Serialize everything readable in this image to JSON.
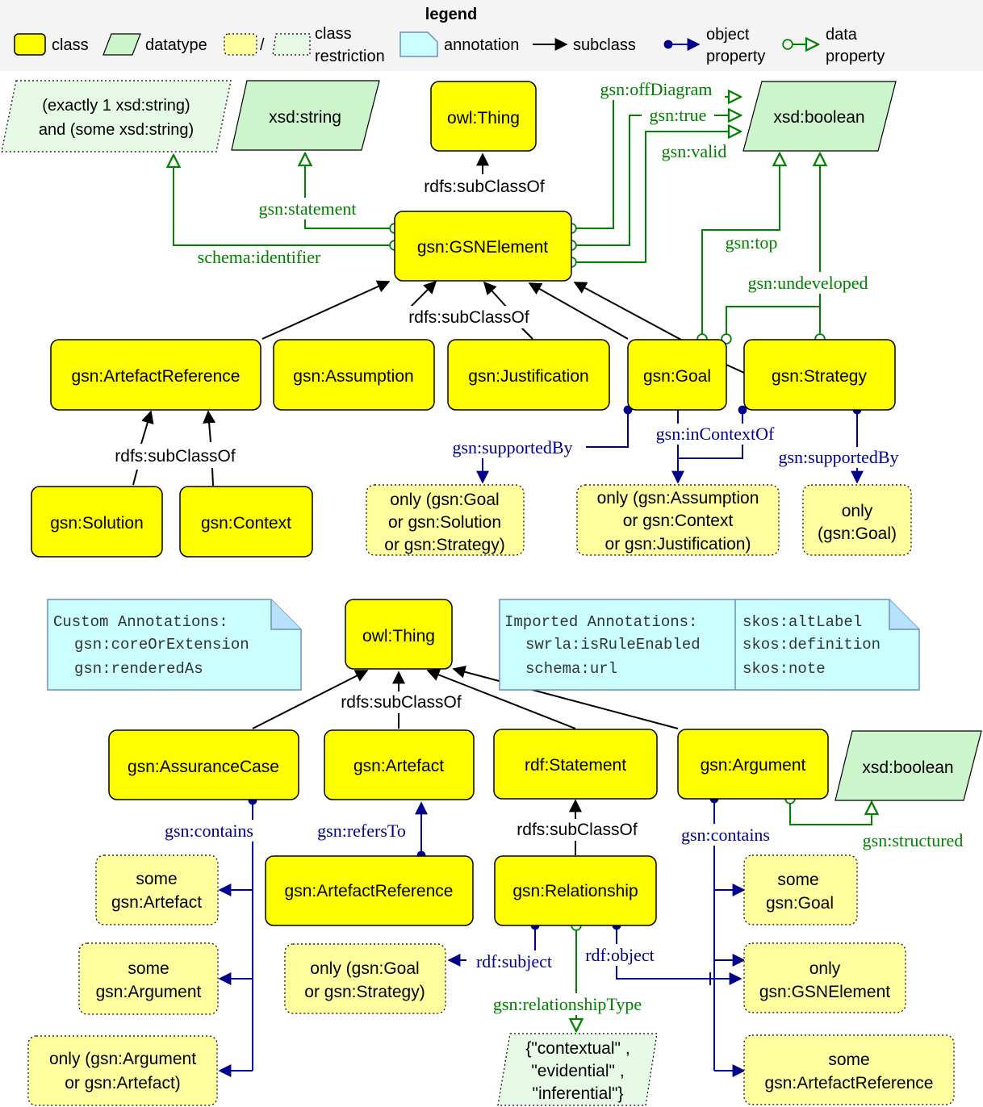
{
  "legend": {
    "title": "legend",
    "class": "class",
    "datatype": "datatype",
    "slash": "/",
    "restriction_1": "class",
    "restriction_2": "restriction",
    "annotation": "annotation",
    "subclass": "subclass",
    "object_property_1": "object",
    "object_property_2": "property",
    "data_property_1": "data",
    "data_property_2": "property"
  },
  "top": {
    "owl_thing": "owl:Thing",
    "xsd_string": "xsd:string",
    "xsd_boolean": "xsd:boolean",
    "restriction_identifier_1": "(exactly 1 xsd:string)",
    "restriction_identifier_2": "and (some xsd:string)",
    "gsn_element": "gsn:GSNElement",
    "rdfs_subclassof": "rdfs:subClassOf",
    "prop_statement": "gsn:statement",
    "prop_identifier": "schema:identifier",
    "prop_offdiagram": "gsn:offDiagram",
    "prop_true": "gsn:true",
    "prop_valid": "gsn:valid",
    "prop_top": "gsn:top",
    "prop_undeveloped": "gsn:undeveloped",
    "artefact_reference": "gsn:ArtefactReference",
    "assumption": "gsn:Assumption",
    "justification": "gsn:Justification",
    "goal": "gsn:Goal",
    "strategy": "gsn:Strategy",
    "solution": "gsn:Solution",
    "context": "gsn:Context",
    "prop_supportedby": "gsn:supportedBy",
    "prop_incontextof": "gsn:inContextOf",
    "restr_goal_1": "only (gsn:Goal",
    "restr_goal_2": "or gsn:Solution",
    "restr_goal_3": "or gsn:Strategy)",
    "restr_context_1": "only (gsn:Assumption",
    "restr_context_2": "or gsn:Context",
    "restr_context_3": "or gsn:Justification)",
    "restr_strategy_1": "only",
    "restr_strategy_2": "(gsn:Goal)"
  },
  "bottom": {
    "custom_ann_title": "Custom Annotations:",
    "custom_ann_1": "gsn:coreOrExtension",
    "custom_ann_2": "gsn:renderedAs",
    "owl_thing": "owl:Thing",
    "imported_ann_title": "Imported Annotations:",
    "imported_ann_1": "swrla:isRuleEnabled",
    "imported_ann_2": "schema:url",
    "imported_ann_3": "skos:altLabel",
    "imported_ann_4": "skos:definition",
    "imported_ann_5": "skos:note",
    "rdfs_subclassof": "rdfs:subClassOf",
    "assurance_case": "gsn:AssuranceCase",
    "artefact": "gsn:Artefact",
    "rdf_statement": "rdf:Statement",
    "argument": "gsn:Argument",
    "xsd_boolean": "xsd:boolean",
    "prop_contains": "gsn:contains",
    "prop_refersto": "gsn:refersTo",
    "rdfs_subclassof_2": "rdfs:subClassOf",
    "prop_contains_2": "gsn:contains",
    "prop_structured": "gsn:structured",
    "artefact_reference": "gsn:ArtefactReference",
    "relationship": "gsn:Relationship",
    "restr_some_artefact_1": "some",
    "restr_some_artefact_2": "gsn:Artefact",
    "restr_some_argument_1": "some",
    "restr_some_argument_2": "gsn:Argument",
    "restr_only_arg_1": "only (gsn:Argument",
    "restr_only_arg_2": "or gsn:Artefact)",
    "restr_subject_1": "only (gsn:Goal",
    "restr_subject_2": "or gsn:Strategy)",
    "prop_subject": "rdf:subject",
    "prop_object": "rdf:object",
    "prop_relationship_type": "gsn:relationshipType",
    "enum_1": "{\"contextual\" ,",
    "enum_2": "\"evidential\" ,",
    "enum_3": "\"inferential\"}",
    "restr_some_goal_1": "some",
    "restr_some_goal_2": "gsn:Goal",
    "restr_only_element_1": "only",
    "restr_only_element_2": "gsn:GSNElement",
    "restr_some_aref_1": "some",
    "restr_some_aref_2": "gsn:ArtefactReference"
  }
}
